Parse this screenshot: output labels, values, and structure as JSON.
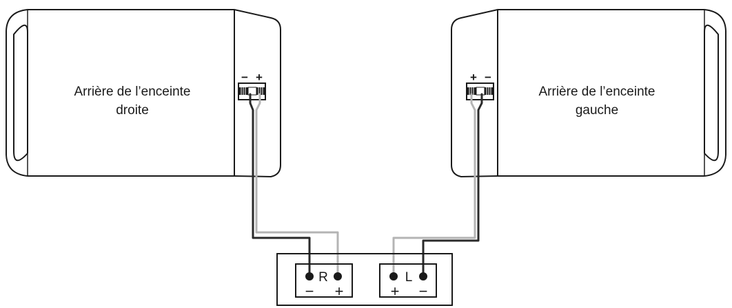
{
  "colors": {
    "outline": "#1a1a1a",
    "wire_dark": "#2a2a2a",
    "wire_light": "#b4b4b4",
    "background": "#ffffff"
  },
  "speakers": {
    "right": {
      "label_line1": "Arrière de l’enceinte",
      "label_line2": "droite",
      "terminal_left_sign": "−",
      "terminal_right_sign": "+"
    },
    "left": {
      "label_line1": "Arrière de l’enceinte",
      "label_line2": "gauche",
      "terminal_left_sign": "+",
      "terminal_right_sign": "−"
    }
  },
  "amplifier": {
    "right_channel": {
      "label": "R",
      "minus_sign": "−",
      "plus_sign": "+"
    },
    "left_channel": {
      "label": "L",
      "plus_sign": "+",
      "minus_sign": "−"
    }
  }
}
